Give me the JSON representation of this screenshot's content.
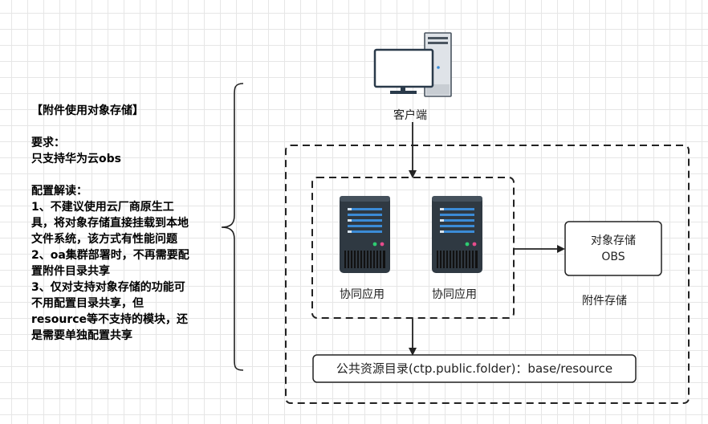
{
  "notes": {
    "title": "【附件使用对象存储】",
    "req_head": "要求：",
    "req_text": "只支持华为云obs",
    "cfg_head": "配置解读：",
    "cfg_lines": [
      "1、不建议使用云厂商原生工",
      "具，将对象存储直接挂载到本地",
      "文件系统，该方式有性能问题",
      "2、oa集群部署时，不再需要配",
      "置附件目录共享",
      "3、仅对支持对象存储的功能可",
      "不用配置目录共享，但",
      "resource等不支持的模块，还",
      "是需要单独配置共享"
    ]
  },
  "client_label": "客户端",
  "app1_label": "协同应用",
  "app2_label": "协同应用",
  "obs_line1": "对象存储",
  "obs_line2": "OBS",
  "attach_label": "附件存储",
  "public_dir": "公共资源目录(ctp.public.folder)：base/resource",
  "colors": {
    "stroke": "#222222",
    "server_body": "#2f3942",
    "server_bar": "#3b8bd6",
    "monitor_frame": "#2a3a4a",
    "tower": "#dfe3e8"
  }
}
